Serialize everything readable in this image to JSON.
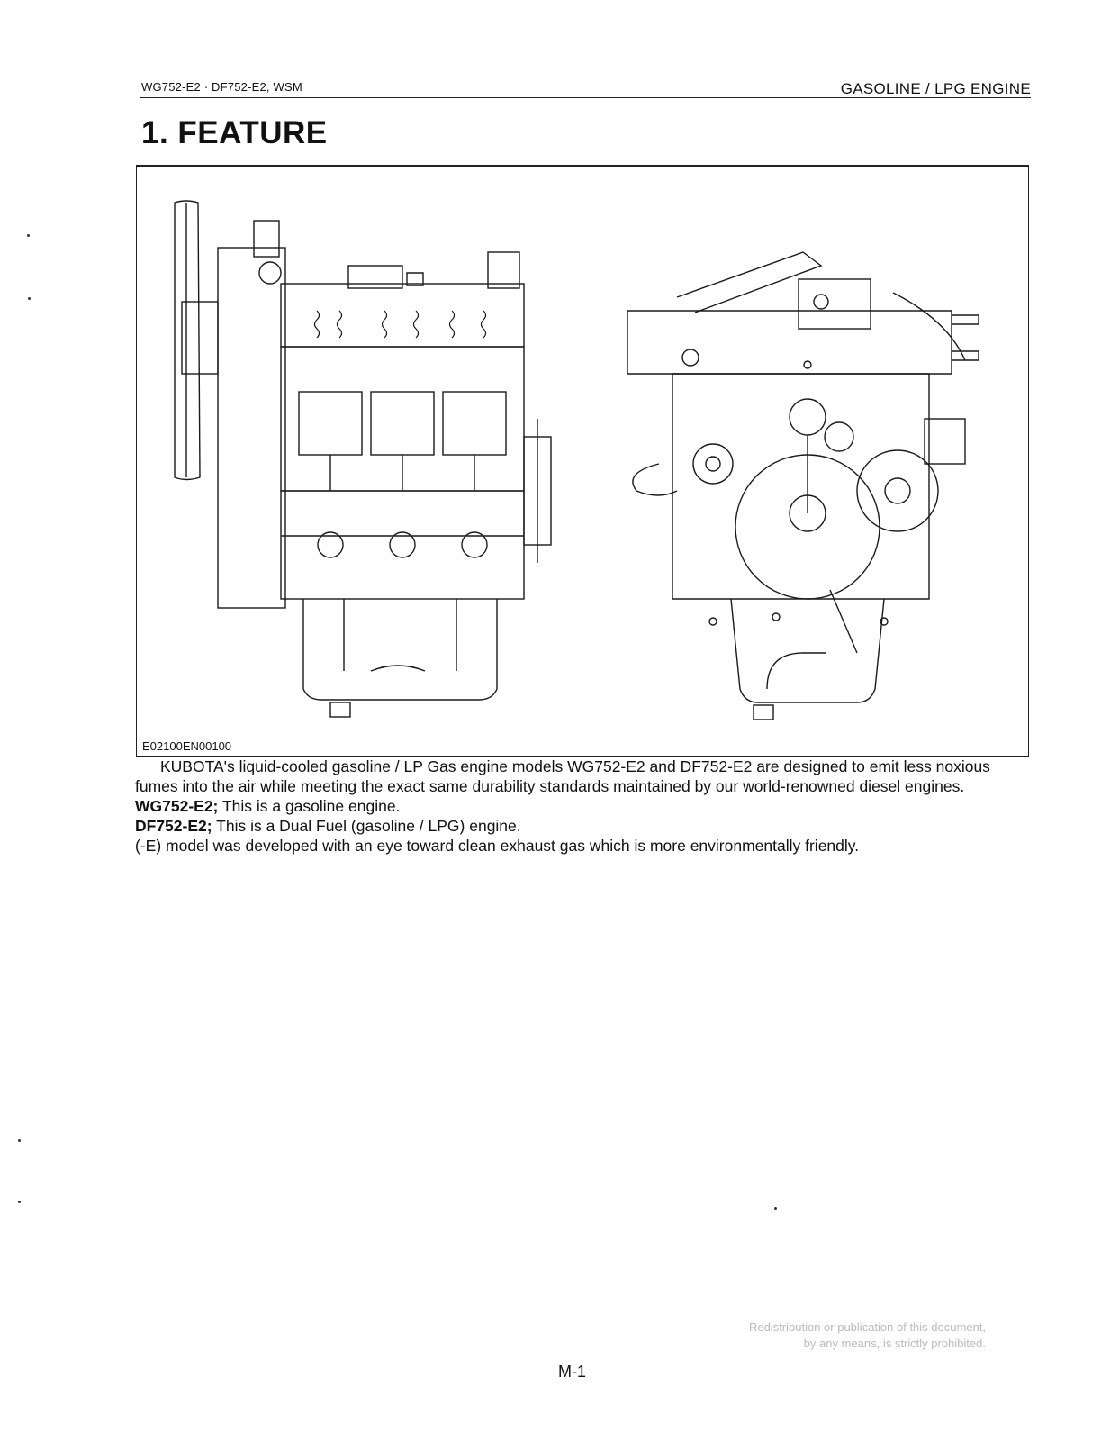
{
  "header": {
    "left": "WG752-E2 · DF752-E2, WSM",
    "right": "GASOLINE / LPG ENGINE"
  },
  "section": {
    "title": "1. FEATURE"
  },
  "figure": {
    "code": "E02100EN00100"
  },
  "body": {
    "intro": "KUBOTA's liquid-cooled gasoline / LP Gas engine models WG752-E2 and DF752-E2 are designed to emit less noxious fumes into the air while meeting the exact same durability standards maintained by our world-renowned diesel engines.",
    "wg_label": "WG752-E2;",
    "wg_text": "This is a gasoline engine.",
    "df_label": "DF752-E2;",
    "df_text": "This is a Dual Fuel (gasoline / LPG) engine.",
    "e_note": "(-E) model was developed with an eye toward clean exhaust gas which is more environmentally friendly."
  },
  "footer": {
    "notice_line1": "Redistribution or publication of this document,",
    "notice_line2": "by any means, is strictly prohibited.",
    "page": "M-1"
  }
}
